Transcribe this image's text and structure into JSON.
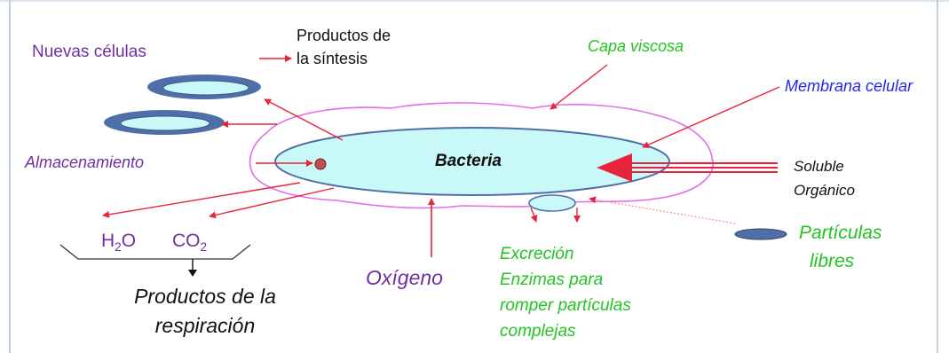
{
  "labels": {
    "nuevas_celulas": "Nuevas células",
    "productos_sintesis_1": "Productos de",
    "productos_sintesis_2": "la síntesis",
    "capa_viscosa": "Capa viscosa",
    "membrana_celular": "Membrana celular",
    "almacenamiento": "Almacenamiento",
    "bacteria": "Bacteria",
    "soluble": "Soluble",
    "organico": "Orgánico",
    "h2o_base": "H",
    "h2o_sub": "2",
    "h2o_tail": "O",
    "co2_base": "CO",
    "co2_sub": "2",
    "productos_respiracion_1": "Productos de la",
    "productos_respiracion_2": "respiración",
    "oxigeno": "Oxígeno",
    "excrecion_1": "Excreción",
    "excrecion_2": "Enzimas para",
    "excrecion_3": "romper partículas",
    "excrecion_4": "complejas",
    "particulas_1": "Partículas",
    "particulas_2": "libres"
  },
  "colors": {
    "arrow": "#e8243c",
    "capsule": "#e070e8",
    "cell_fill": "#c8f8f8",
    "cell_ring": "#4f6fa8",
    "storage": "#c0504d",
    "purple": "#7030a0",
    "green": "#22c322",
    "blue": "#2626f0"
  }
}
